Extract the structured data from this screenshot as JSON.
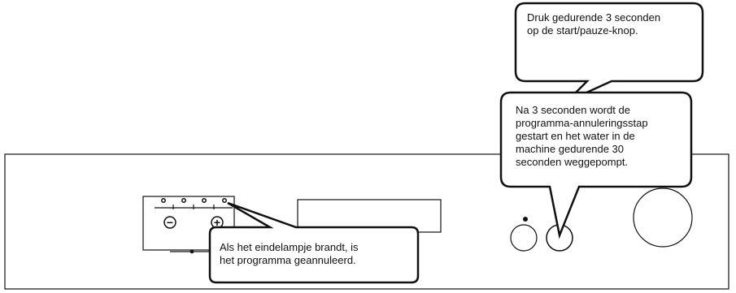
{
  "callouts": {
    "press_start": "Druk gedurende 3 seconden\nop de start/pauze-knop.",
    "cancel_step": "Na 3 seconden wordt de\nprogramma-annuleringsstap\ngestart en het water in de\nmachine gedurende 30\nseconden weggepompt.",
    "end_lamp": "Als het eindelampje brandt, is\nhet programma geannuleerd."
  },
  "panel": {
    "minus_symbol": "−",
    "plus_symbol": "+"
  },
  "colors": {
    "stroke": "#111111",
    "fill": "#ffffff"
  }
}
